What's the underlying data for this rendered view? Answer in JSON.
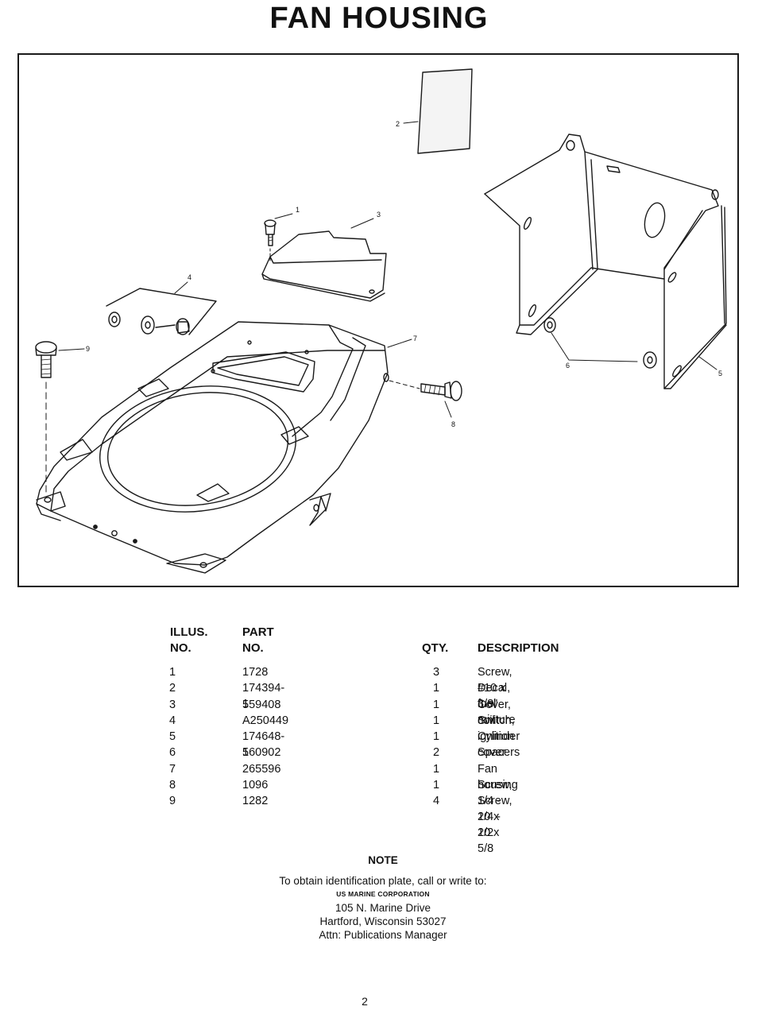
{
  "page": {
    "title": "FAN HOUSING",
    "page_number": "2"
  },
  "figure": {
    "callouts": [
      "1",
      "2",
      "3",
      "4",
      "5",
      "6",
      "7",
      "8",
      "9"
    ]
  },
  "parts_table": {
    "headers": {
      "illus_line1": "ILLUS.",
      "illus_line2": "NO.",
      "part_line1": "PART",
      "part_line2": "NO.",
      "qty": "QTY.",
      "description": "DESCRIPTION"
    },
    "rows": [
      {
        "illus": "1",
        "part": "1728",
        "qty": "3",
        "description": "Screw, #10 x 3/8\""
      },
      {
        "illus": "2",
        "part": "174394-1",
        "qty": "1",
        "description": "Decal, fuel mixture"
      },
      {
        "illus": "3",
        "part": "559408",
        "qty": "1",
        "description": "Cover, coil"
      },
      {
        "illus": "4",
        "part": "A250449",
        "qty": "1",
        "description": "Switch, ignition"
      },
      {
        "illus": "5",
        "part": "174648-1",
        "qty": "1",
        "description": "Cylinder cover"
      },
      {
        "illus": "6",
        "part": "560902",
        "qty": "2",
        "description": "Spacers"
      },
      {
        "illus": "7",
        "part": "265596",
        "qty": "1",
        "description": "Fan housing"
      },
      {
        "illus": "8",
        "part": "1096",
        "qty": "1",
        "description": "Screw, 1/4 - 20 x 1/2"
      },
      {
        "illus": "9",
        "part": "1282",
        "qty": "4",
        "description": "Screw, 1/4 - 20 x 5/8"
      }
    ]
  },
  "note": {
    "heading": "NOTE",
    "line1": "To obtain identification plate, call or write to:",
    "company": "US MARINE CORPORATION",
    "address1": "105 N. Marine Drive",
    "address2": "Hartford, Wisconsin 53027",
    "address3": "Attn: Publications Manager"
  }
}
